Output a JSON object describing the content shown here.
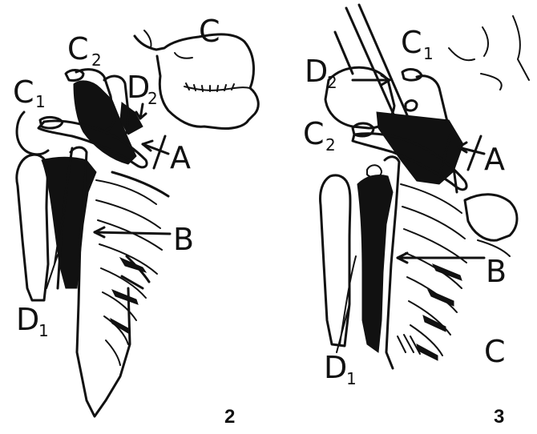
{
  "figures": [
    {
      "number": "2",
      "labels": {
        "C": "C",
        "C2": "C",
        "C2_sub": "2",
        "C1": "C",
        "C1_sub": "1",
        "D2": "D",
        "D2_sub": "2",
        "A": "A",
        "B": "B",
        "D1": "D",
        "D1_sub": "1"
      }
    },
    {
      "number": "3",
      "labels": {
        "D2": "D",
        "D2_sub": "2",
        "C1": "C",
        "C1_sub": "1",
        "C2": "C",
        "C2_sub": "2",
        "A": "A",
        "B": "B",
        "C": "C",
        "D1": "D",
        "D1_sub": "1"
      }
    }
  ]
}
